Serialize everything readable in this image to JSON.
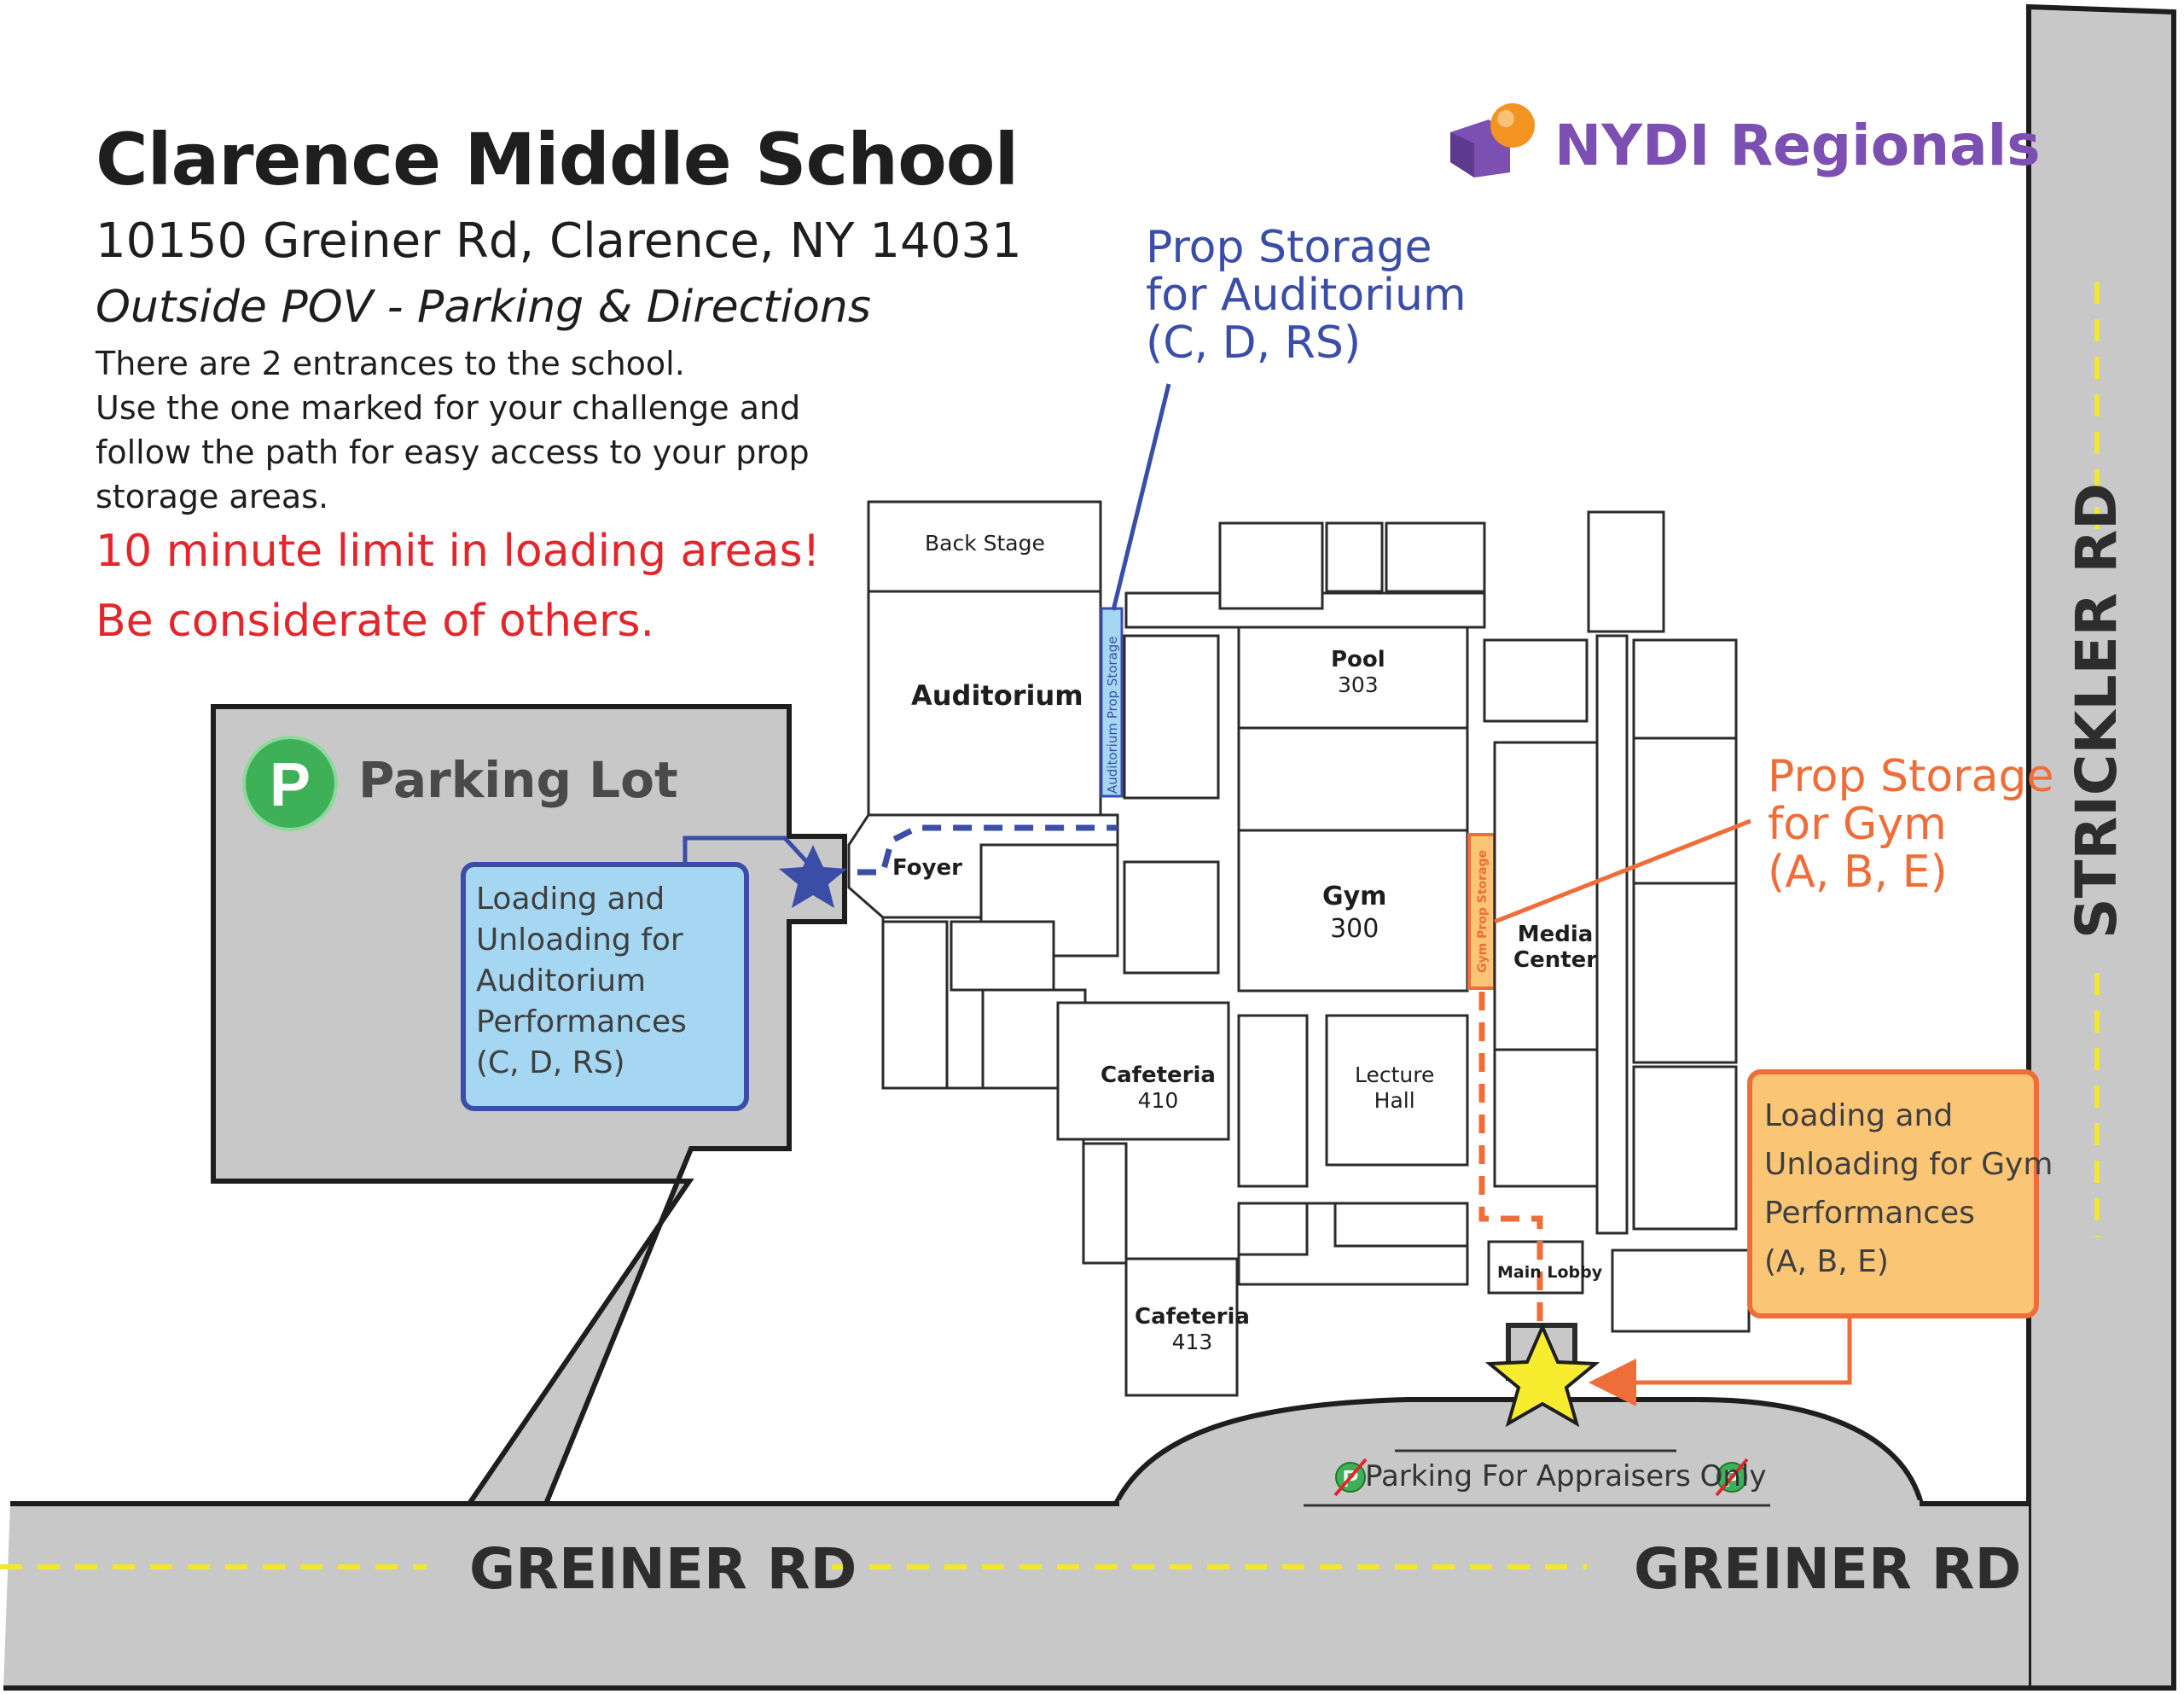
{
  "header": {
    "title": "Clarence Middle School",
    "address": "10150 Greiner Rd, Clarence, NY 14031",
    "subtitle": "Outside POV - Parking & Directions",
    "instructions": [
      "There are 2 entrances to the school.",
      "Use the one marked for your challenge and",
      "follow the path for easy access to your prop",
      "storage areas."
    ],
    "warning_1": "10 minute limit in loading areas!",
    "warning_2": "Be considerate of others."
  },
  "brand": {
    "name": "NYDI Regionals",
    "icon": "cube-and-ball-logo"
  },
  "callouts": {
    "auditorium_storage": [
      "Prop Storage",
      "for Auditorium",
      "(C, D, RS)"
    ],
    "gym_storage": [
      "Prop Storage",
      "for Gym",
      "(A, B,  E)"
    ]
  },
  "parking": {
    "badge": "P",
    "label": "Parking Lot"
  },
  "loading_zones": {
    "auditorium": [
      "Loading and",
      "Unloading for",
      "Auditorium",
      "Performances",
      "(C, D, RS)"
    ],
    "gym": [
      "Loading and",
      "Unloading for Gym",
      "Performances",
      "(A, B, E)"
    ]
  },
  "rooms": {
    "back_stage": "Back Stage",
    "auditorium": "Auditorium",
    "auditorium_prop_storage": "Auditorium  Prop Storage",
    "foyer": "Foyer",
    "pool": "Pool",
    "pool_num": "303",
    "gym": "Gym",
    "gym_num": "300",
    "gym_prop_storage": "Gym Prop Storage",
    "media_center_1": "Media",
    "media_center_2": "Center",
    "lecture_hall_1": "Lecture",
    "lecture_hall_2": "Hall",
    "cafeteria_410": "Cafeteria",
    "cafeteria_410_num": "410",
    "cafeteria_413": "Cafeteria",
    "cafeteria_413_num": "413",
    "main_lobby": "Main Lobby"
  },
  "roads": {
    "greiner_left": "GREINER RD",
    "greiner_right": "GREINER RD",
    "strickler": "STRICKLER RD"
  },
  "appraiser_parking": "Parking For Appraisers Only",
  "colors": {
    "road": "#c8c8c8",
    "road_outline": "#1e1e1e",
    "center_line": "#f2e535",
    "auditorium_route": "#3a4ea8",
    "gym_route": "#ef6d38",
    "warning": "#e3262b",
    "brand": "#7c4fb3",
    "entrance_star": "#f7ec2e"
  }
}
